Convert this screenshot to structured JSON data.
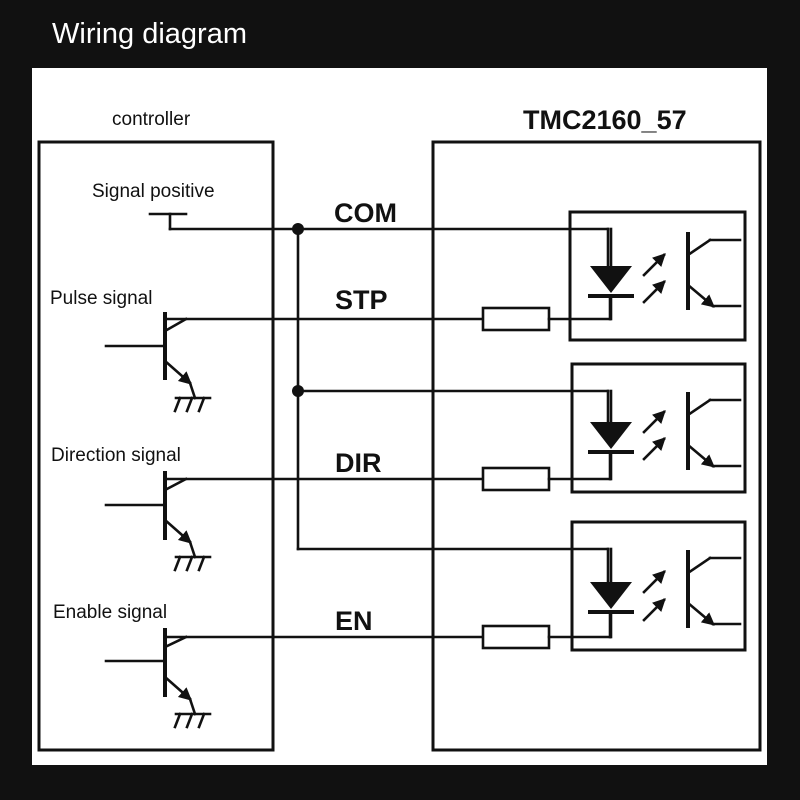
{
  "header": {
    "title": "Wiring diagram"
  },
  "controller": {
    "label": "controller",
    "signals": {
      "positive": "Signal positive",
      "pulse": "Pulse signal",
      "direction": "Direction signal",
      "enable": "Enable signal"
    }
  },
  "driver": {
    "label": "TMC2160_57"
  },
  "wires": {
    "com": "COM",
    "stp": "STP",
    "dir": "DIR",
    "en": "EN"
  },
  "colors": {
    "background": "#111111",
    "panel": "#ffffff",
    "ink": "#111111"
  }
}
